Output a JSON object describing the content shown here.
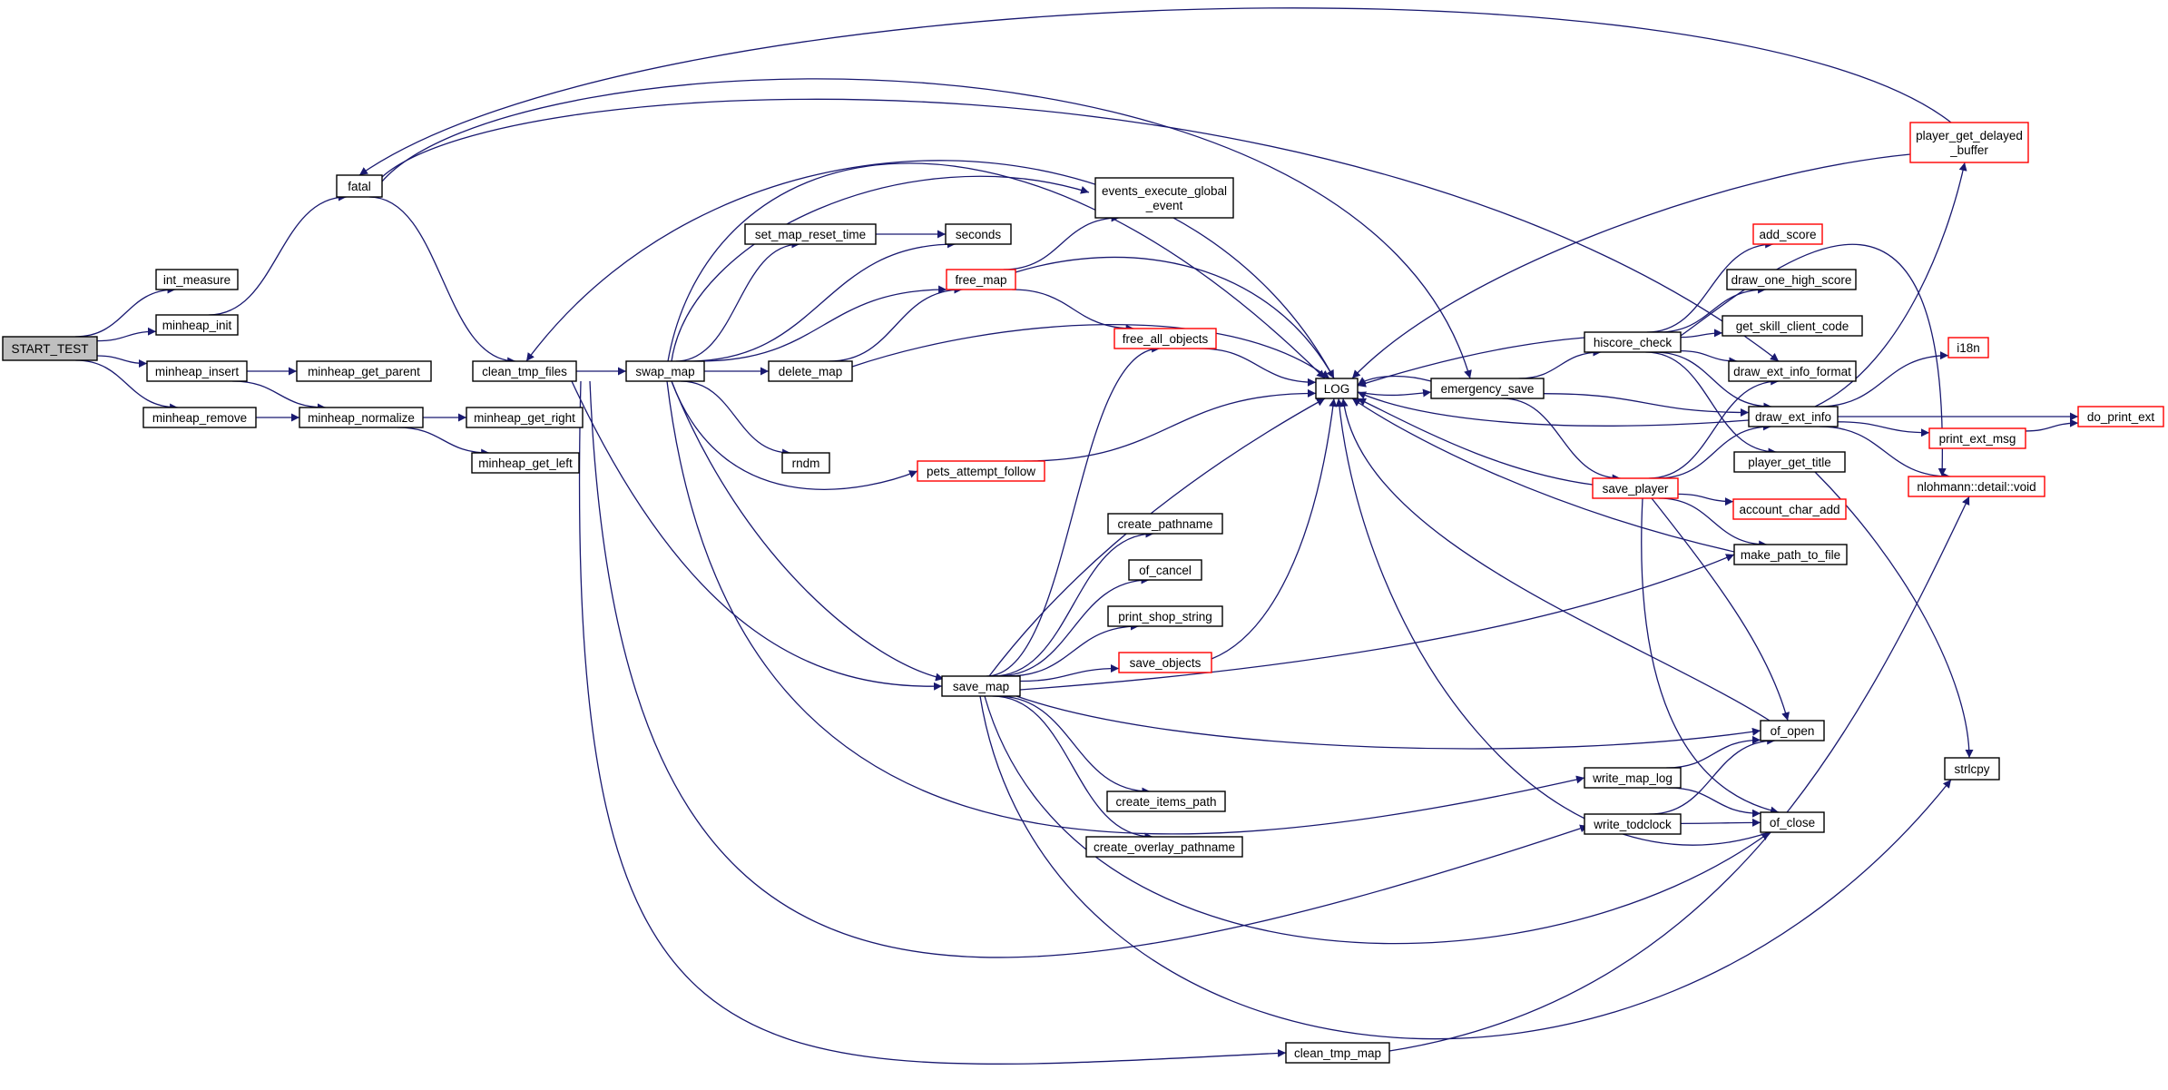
{
  "diagram": {
    "colors": {
      "edge": "#191970",
      "node_border": "#000000",
      "truncated_border": "#ff0000",
      "root_fill": "#bfbfbf"
    },
    "nodes": [
      {
        "id": "start_test",
        "lines": [
          "START_TEST"
        ],
        "root": true
      },
      {
        "id": "int_measure",
        "lines": [
          "int_measure"
        ]
      },
      {
        "id": "minheap_init",
        "lines": [
          "minheap_init"
        ]
      },
      {
        "id": "minheap_insert",
        "lines": [
          "minheap_insert"
        ]
      },
      {
        "id": "minheap_remove",
        "lines": [
          "minheap_remove"
        ]
      },
      {
        "id": "fatal",
        "lines": [
          "fatal"
        ]
      },
      {
        "id": "minheap_get_parent",
        "lines": [
          "minheap_get_parent"
        ]
      },
      {
        "id": "minheap_normalize",
        "lines": [
          "minheap_normalize"
        ]
      },
      {
        "id": "minheap_get_right",
        "lines": [
          "minheap_get_right"
        ]
      },
      {
        "id": "minheap_get_left",
        "lines": [
          "minheap_get_left"
        ]
      },
      {
        "id": "clean_tmp_files",
        "lines": [
          "clean_tmp_files"
        ]
      },
      {
        "id": "swap_map",
        "lines": [
          "swap_map"
        ]
      },
      {
        "id": "set_map_reset_time",
        "lines": [
          "set_map_reset_time"
        ]
      },
      {
        "id": "seconds",
        "lines": [
          "seconds"
        ]
      },
      {
        "id": "events_execute_global_event",
        "lines": [
          "events_execute_global",
          "_event"
        ]
      },
      {
        "id": "free_map",
        "lines": [
          "free_map"
        ],
        "truncated": true
      },
      {
        "id": "delete_map",
        "lines": [
          "delete_map"
        ]
      },
      {
        "id": "free_all_objects",
        "lines": [
          "free_all_objects"
        ],
        "truncated": true
      },
      {
        "id": "rndm",
        "lines": [
          "rndm"
        ]
      },
      {
        "id": "pets_attempt_follow",
        "lines": [
          "pets_attempt_follow"
        ],
        "truncated": true
      },
      {
        "id": "save_map",
        "lines": [
          "save_map"
        ]
      },
      {
        "id": "create_pathname",
        "lines": [
          "create_pathname"
        ]
      },
      {
        "id": "of_cancel",
        "lines": [
          "of_cancel"
        ]
      },
      {
        "id": "print_shop_string",
        "lines": [
          "print_shop_string"
        ]
      },
      {
        "id": "save_objects",
        "lines": [
          "save_objects"
        ],
        "truncated": true
      },
      {
        "id": "create_items_path",
        "lines": [
          "create_items_path"
        ]
      },
      {
        "id": "create_overlay_pathname",
        "lines": [
          "create_overlay_pathname"
        ]
      },
      {
        "id": "clean_tmp_map",
        "lines": [
          "clean_tmp_map"
        ]
      },
      {
        "id": "log",
        "lines": [
          "LOG"
        ]
      },
      {
        "id": "emergency_save",
        "lines": [
          "emergency_save"
        ]
      },
      {
        "id": "hiscore_check",
        "lines": [
          "hiscore_check"
        ]
      },
      {
        "id": "save_player",
        "lines": [
          "save_player"
        ],
        "truncated": true
      },
      {
        "id": "write_map_log",
        "lines": [
          "write_map_log"
        ]
      },
      {
        "id": "write_todclock",
        "lines": [
          "write_todclock"
        ]
      },
      {
        "id": "add_score",
        "lines": [
          "add_score"
        ],
        "truncated": true
      },
      {
        "id": "draw_one_high_score",
        "lines": [
          "draw_one_high_score"
        ]
      },
      {
        "id": "get_skill_client_code",
        "lines": [
          "get_skill_client_code"
        ]
      },
      {
        "id": "draw_ext_info_format",
        "lines": [
          "draw_ext_info_format"
        ]
      },
      {
        "id": "draw_ext_info",
        "lines": [
          "draw_ext_info"
        ]
      },
      {
        "id": "player_get_title",
        "lines": [
          "player_get_title"
        ]
      },
      {
        "id": "account_char_add",
        "lines": [
          "account_char_add"
        ],
        "truncated": true
      },
      {
        "id": "make_path_to_file",
        "lines": [
          "make_path_to_file"
        ]
      },
      {
        "id": "of_open",
        "lines": [
          "of_open"
        ]
      },
      {
        "id": "of_close",
        "lines": [
          "of_close"
        ]
      },
      {
        "id": "player_get_delayed_buffer",
        "lines": [
          "player_get_delayed",
          "_buffer"
        ],
        "truncated": true
      },
      {
        "id": "i18n",
        "lines": [
          "i18n"
        ],
        "truncated": true
      },
      {
        "id": "print_ext_msg",
        "lines": [
          "print_ext_msg"
        ],
        "truncated": true
      },
      {
        "id": "nlohmann_detail_void",
        "lines": [
          "nlohmann::detail::void"
        ],
        "truncated": true
      },
      {
        "id": "do_print_ext",
        "lines": [
          "do_print_ext"
        ],
        "truncated": true
      },
      {
        "id": "strlcpy",
        "lines": [
          "strlcpy"
        ]
      }
    ],
    "edges": [
      [
        "start_test",
        "int_measure"
      ],
      [
        "start_test",
        "minheap_init"
      ],
      [
        "start_test",
        "minheap_insert"
      ],
      [
        "start_test",
        "minheap_remove"
      ],
      [
        "minheap_init",
        "fatal"
      ],
      [
        "minheap_insert",
        "minheap_get_parent"
      ],
      [
        "minheap_insert",
        "minheap_normalize"
      ],
      [
        "minheap_remove",
        "minheap_normalize"
      ],
      [
        "minheap_normalize",
        "minheap_get_right"
      ],
      [
        "minheap_normalize",
        "minheap_get_left"
      ],
      [
        "fatal",
        "clean_tmp_files"
      ],
      [
        "fatal",
        "emergency_save"
      ],
      [
        "fatal",
        "draw_ext_info_format"
      ],
      [
        "clean_tmp_files",
        "swap_map"
      ],
      [
        "clean_tmp_files",
        "save_map"
      ],
      [
        "clean_tmp_files",
        "write_todclock"
      ],
      [
        "clean_tmp_files",
        "clean_tmp_map"
      ],
      [
        "swap_map",
        "set_map_reset_time"
      ],
      [
        "swap_map",
        "seconds"
      ],
      [
        "swap_map",
        "events_execute_global_event"
      ],
      [
        "swap_map",
        "free_map"
      ],
      [
        "swap_map",
        "delete_map"
      ],
      [
        "swap_map",
        "log"
      ],
      [
        "swap_map",
        "rndm"
      ],
      [
        "swap_map",
        "pets_attempt_follow"
      ],
      [
        "swap_map",
        "save_map"
      ],
      [
        "swap_map",
        "write_map_log"
      ],
      [
        "set_map_reset_time",
        "seconds"
      ],
      [
        "free_map",
        "events_execute_global_event"
      ],
      [
        "free_map",
        "free_all_objects"
      ],
      [
        "free_map",
        "log"
      ],
      [
        "delete_map",
        "free_map"
      ],
      [
        "delete_map",
        "log"
      ],
      [
        "free_all_objects",
        "log"
      ],
      [
        "pets_attempt_follow",
        "log"
      ],
      [
        "save_map",
        "free_all_objects"
      ],
      [
        "save_map",
        "create_pathname"
      ],
      [
        "save_map",
        "of_cancel"
      ],
      [
        "save_map",
        "print_shop_string"
      ],
      [
        "save_map",
        "save_objects"
      ],
      [
        "save_map",
        "make_path_to_file"
      ],
      [
        "save_map",
        "of_open"
      ],
      [
        "save_map",
        "create_items_path"
      ],
      [
        "save_map",
        "create_overlay_pathname"
      ],
      [
        "save_map",
        "of_close"
      ],
      [
        "save_map",
        "strlcpy"
      ],
      [
        "save_map",
        "log"
      ],
      [
        "save_objects",
        "log"
      ],
      [
        "clean_tmp_map",
        "nlohmann_detail_void"
      ],
      [
        "log",
        "emergency_save"
      ],
      [
        "log",
        "clean_tmp_files"
      ],
      [
        "emergency_save",
        "log"
      ],
      [
        "emergency_save",
        "hiscore_check"
      ],
      [
        "emergency_save",
        "save_player"
      ],
      [
        "emergency_save",
        "draw_ext_info"
      ],
      [
        "hiscore_check",
        "log"
      ],
      [
        "hiscore_check",
        "add_score"
      ],
      [
        "hiscore_check",
        "draw_one_high_score"
      ],
      [
        "hiscore_check",
        "get_skill_client_code"
      ],
      [
        "hiscore_check",
        "draw_ext_info_format"
      ],
      [
        "hiscore_check",
        "draw_ext_info"
      ],
      [
        "hiscore_check",
        "player_get_title"
      ],
      [
        "hiscore_check",
        "nlohmann_detail_void"
      ],
      [
        "save_player",
        "log"
      ],
      [
        "save_player",
        "draw_ext_info"
      ],
      [
        "save_player",
        "account_char_add"
      ],
      [
        "save_player",
        "make_path_to_file"
      ],
      [
        "save_player",
        "of_open"
      ],
      [
        "save_player",
        "of_close"
      ],
      [
        "save_player",
        "draw_ext_info_format"
      ],
      [
        "write_map_log",
        "of_open"
      ],
      [
        "write_map_log",
        "of_close"
      ],
      [
        "write_todclock",
        "of_open"
      ],
      [
        "write_todclock",
        "of_close"
      ],
      [
        "draw_ext_info",
        "log"
      ],
      [
        "draw_ext_info",
        "player_get_delayed_buffer"
      ],
      [
        "draw_ext_info",
        "i18n"
      ],
      [
        "draw_ext_info",
        "print_ext_msg"
      ],
      [
        "draw_ext_info",
        "do_print_ext"
      ],
      [
        "draw_ext_info",
        "nlohmann_detail_void"
      ],
      [
        "print_ext_msg",
        "do_print_ext"
      ],
      [
        "player_get_delayed_buffer",
        "log"
      ],
      [
        "player_get_delayed_buffer",
        "fatal"
      ],
      [
        "player_get_title",
        "strlcpy"
      ],
      [
        "make_path_to_file",
        "log"
      ],
      [
        "of_open",
        "log"
      ],
      [
        "of_close",
        "log"
      ]
    ]
  }
}
